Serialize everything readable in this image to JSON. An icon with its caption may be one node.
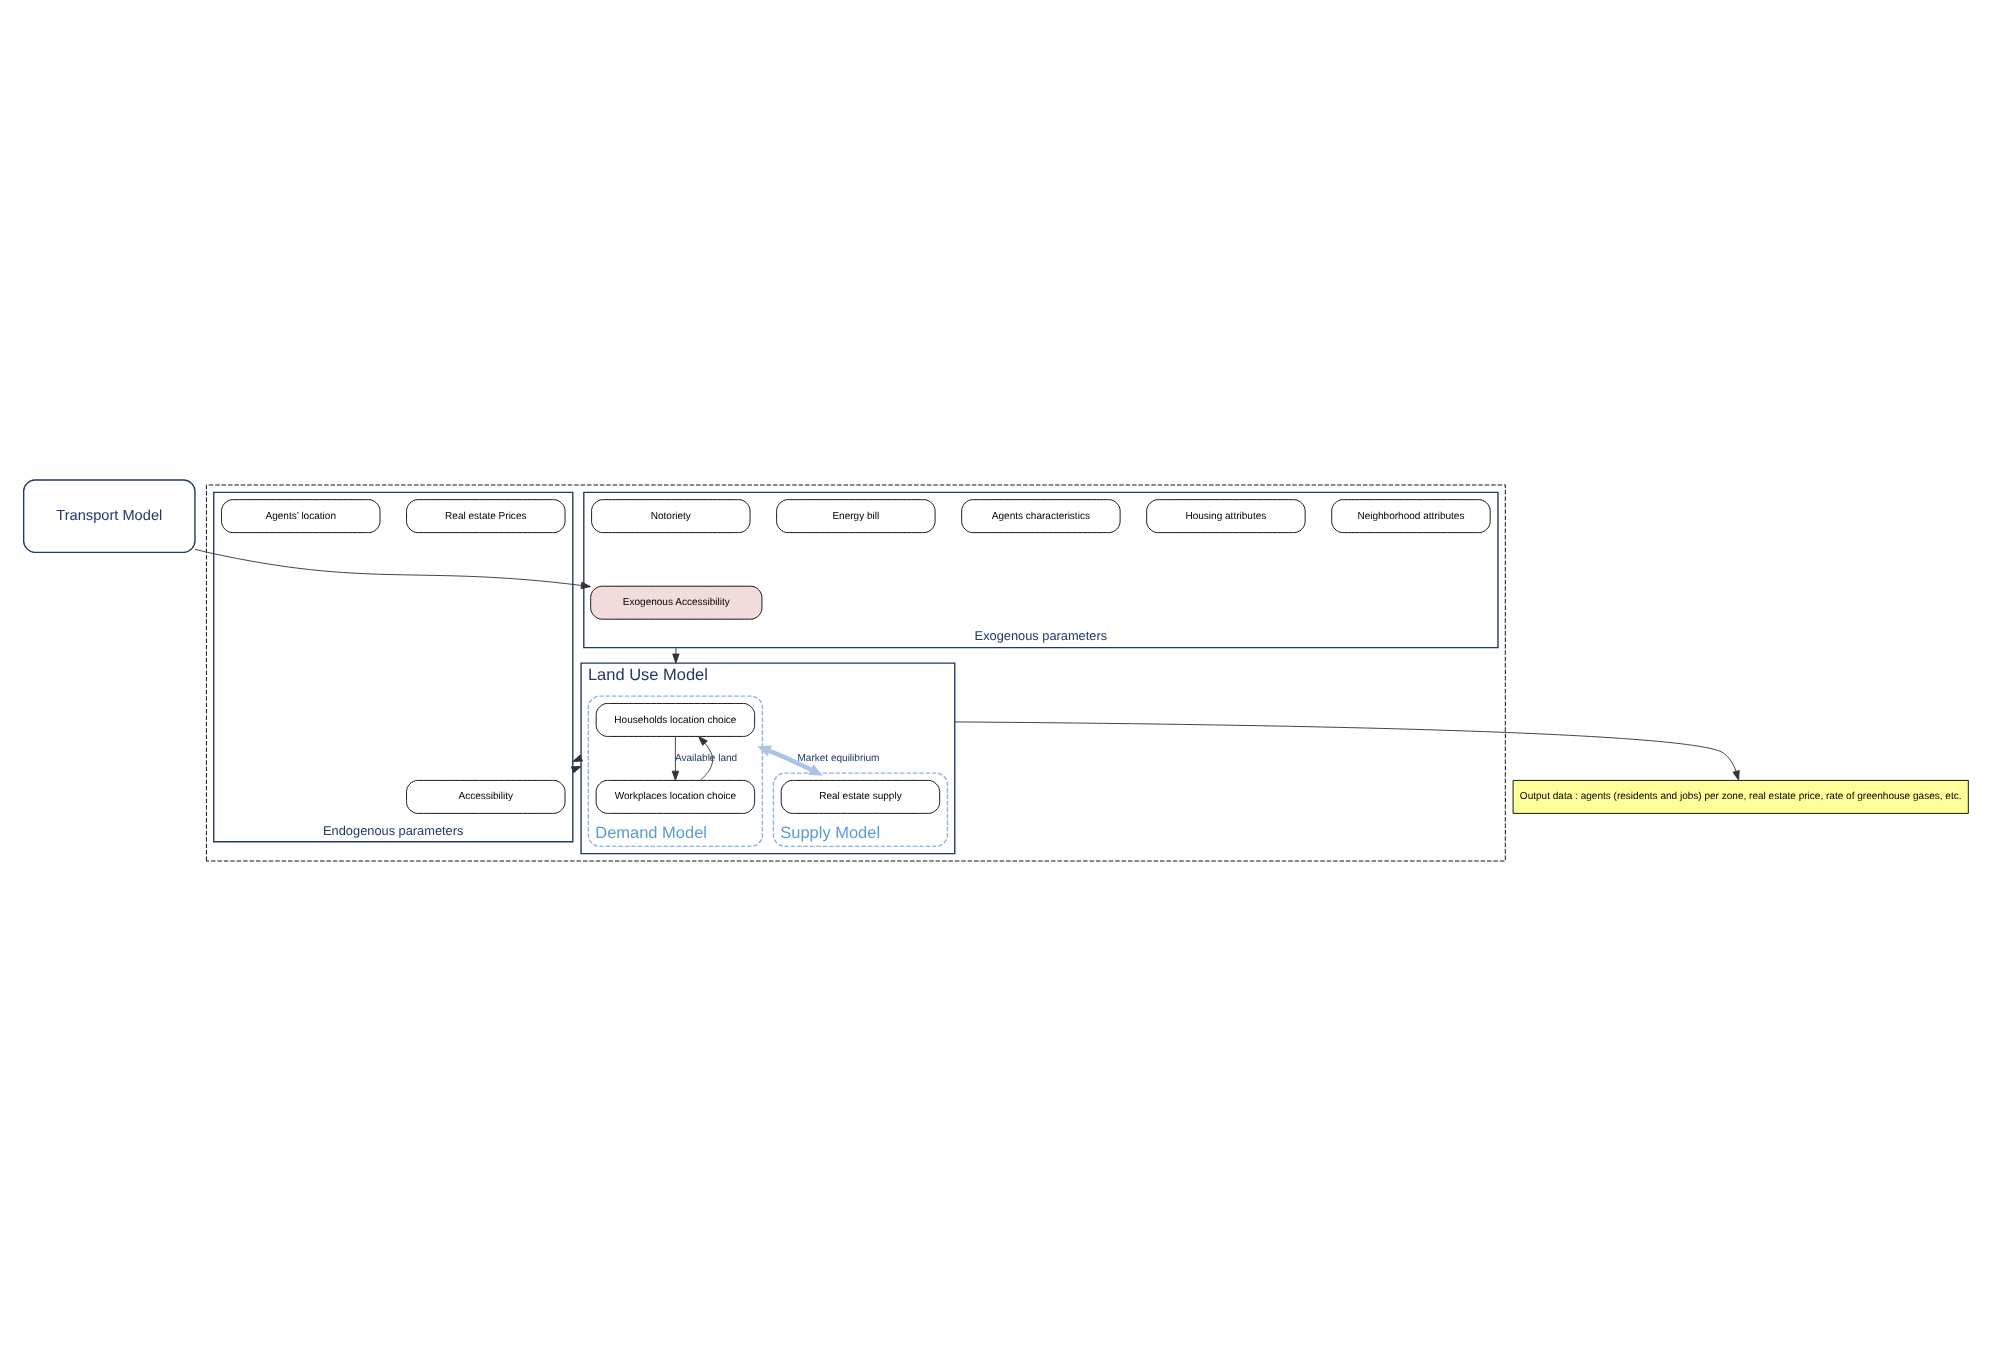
{
  "diagram": {
    "nodes": [
      {
        "text": [
          "Transport Model"
        ]
      },
      {
        "text": [],
        "shape": "box"
      },
      {
        "text": [
          "Exogenous parameters"
        ],
        "in": 1
      },
      {
        "text": [
          "Exogenous Accessibility"
        ],
        "in": 2
      },
      {
        "text": [
          "Neighborhood attributes"
        ],
        "in": 2
      },
      {
        "text": [
          "Housing attributes"
        ],
        "in": 2
      },
      {
        "text": [
          "Agents characteristics"
        ],
        "in": 2
      },
      {
        "text": [
          "Energy bill"
        ],
        "in": 2
      },
      {
        "text": [
          "Notoriety"
        ],
        "in": 2
      },
      {
        "text": [
          "Land Use Model"
        ],
        "in": 1
      },
      {
        "text": [
          "Demand Model"
        ],
        "in": 9
      },
      {
        "text": [
          "Households location choice"
        ],
        "in": 10
      },
      {
        "text": [
          "Workplaces location choice"
        ],
        "in": 10
      },
      {
        "text": [
          "Supply Model"
        ],
        "in": 9
      },
      {
        "text": [
          "Real estate supply"
        ],
        "in": 13
      },
      {
        "text": [
          "Output data : agents (residents and jobs) per zone, real estate price, rate of greenhouse gases, etc."
        ]
      },
      {
        "text": [
          "Endogenous parameters"
        ],
        "in": 1
      },
      {
        "text": [
          "Accessibility"
        ],
        "in": 16
      },
      {
        "text": [
          "Real estate Prices"
        ],
        "in": 16
      },
      {
        "text": [
          "Agents’ location"
        ],
        "in": 16
      }
    ],
    "edges": [
      {
        "from": 0,
        "to": 3,
        "arrow": "to"
      },
      {
        "from": 2,
        "to": 9,
        "arrow": "to"
      },
      {
        "from": 9,
        "to": 15,
        "arrow": "to"
      },
      {
        "from": 11,
        "to": 12,
        "arrow": "to",
        "label": "Available land"
      },
      {
        "from": 12,
        "to": 11,
        "arrow": "to"
      },
      {
        "from": 10,
        "to": 13,
        "arrow": "both",
        "label": "Market equilibrium",
        "style": "thick",
        "color": "#a9c4e6"
      },
      {
        "from": 9,
        "to": 16,
        "arrow": "to"
      },
      {
        "from": 16,
        "to": 9,
        "arrow": "to"
      }
    ]
  }
}
